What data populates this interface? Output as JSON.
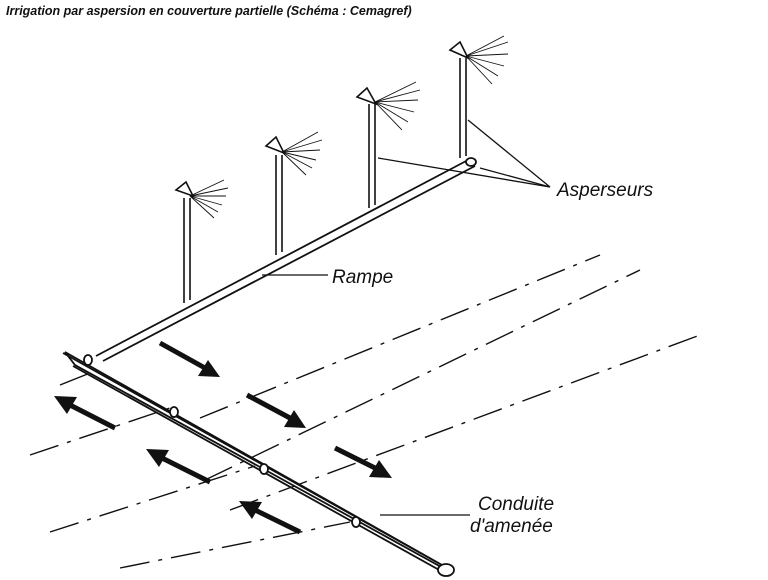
{
  "title": "Irrigation par aspersion en couverture partielle (Schéma : Cemagref)",
  "labels": {
    "sprinklers": "Asperseurs",
    "lateral": "Rampe",
    "supply_line_1": "Conduite",
    "supply_line_2": "d'amenée"
  },
  "colors": {
    "ink": "#111111",
    "background": "#ffffff"
  }
}
